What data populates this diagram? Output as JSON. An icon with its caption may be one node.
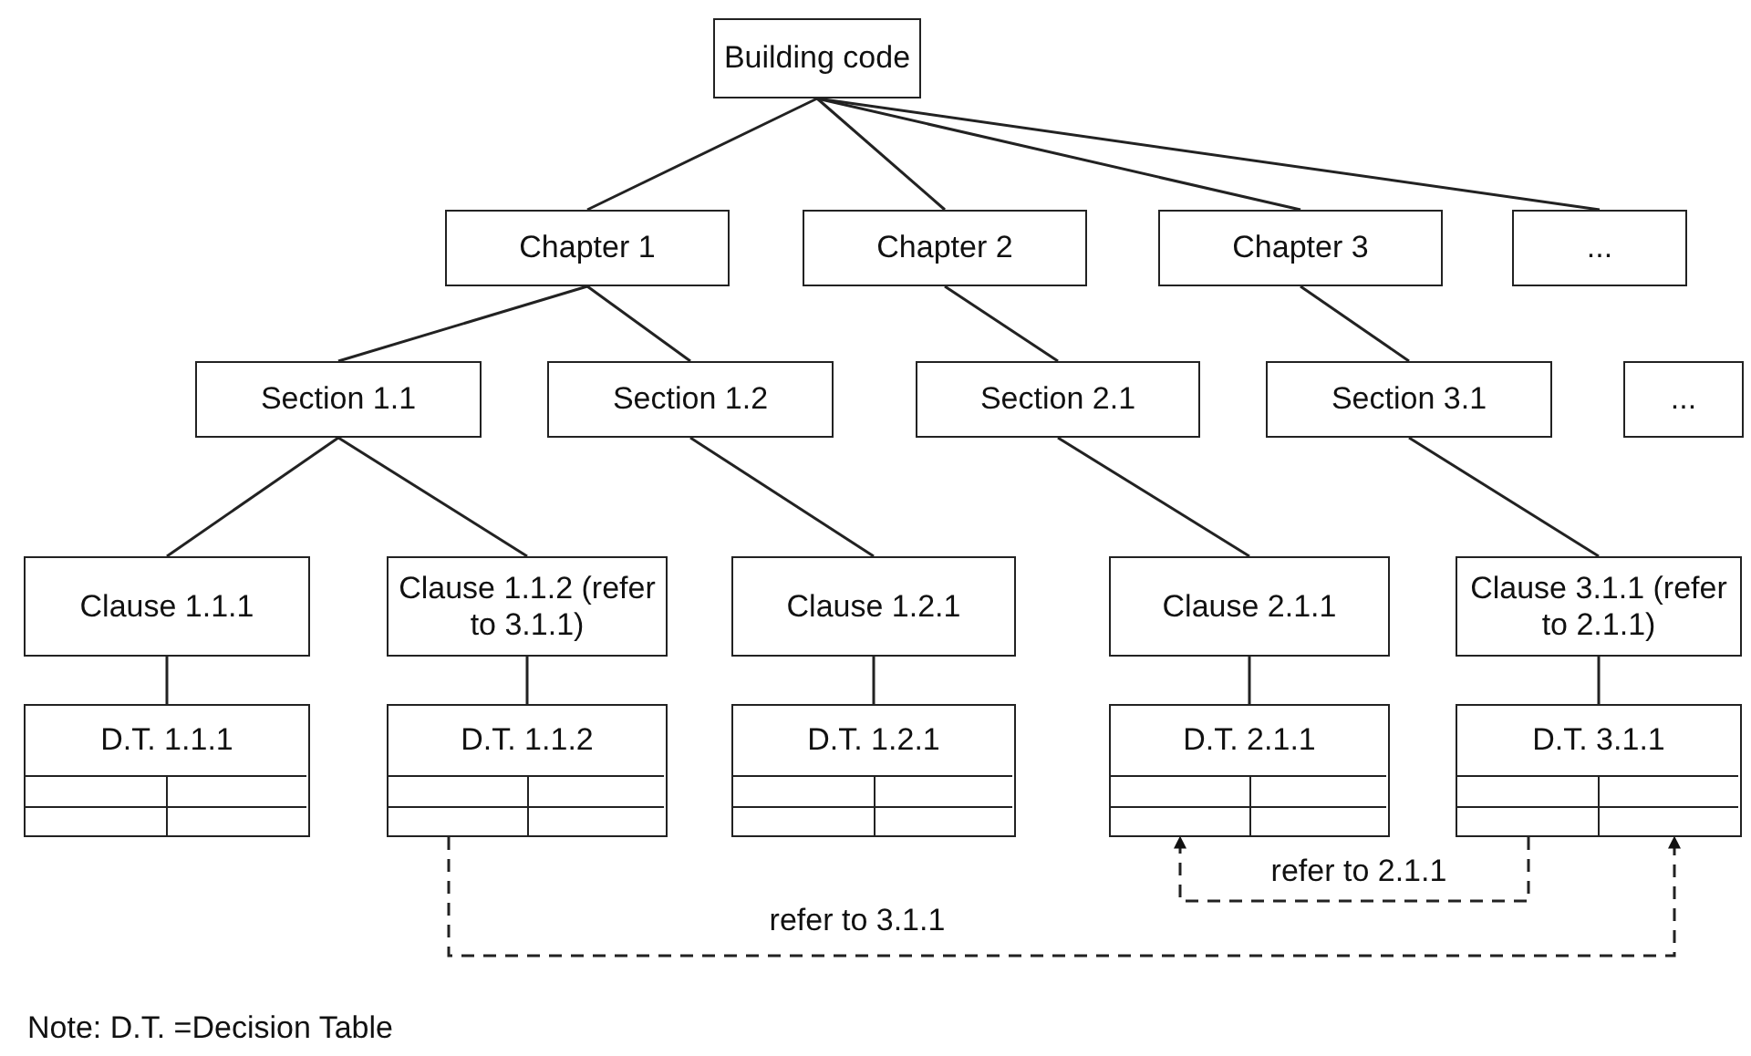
{
  "diagram": {
    "nodes": [
      {
        "text": [
          "Building code"
        ]
      },
      {
        "text": [
          "Chapter 1"
        ]
      },
      {
        "text": [
          "Chapter 2"
        ]
      },
      {
        "text": [
          "Chapter 3"
        ]
      },
      {
        "text": [
          "..."
        ]
      },
      {
        "text": [
          "Section 1.1"
        ]
      },
      {
        "text": [
          "Section 1.2"
        ]
      },
      {
        "text": [
          "Section 2.1"
        ]
      },
      {
        "text": [
          "Section 3.1"
        ]
      },
      {
        "text": [
          "..."
        ]
      },
      {
        "text": [
          "Clause 1.1.1"
        ]
      },
      {
        "text": [
          "Clause 1.1.2 (refer to 3.1.1)"
        ]
      },
      {
        "text": [
          "Clause 1.2.1"
        ]
      },
      {
        "text": [
          "Clause 2.1.1"
        ]
      },
      {
        "text": [
          "Clause 3.1.1 (refer to 2.1.1)"
        ]
      },
      {
        "text": [
          "D.T. 1.1.1"
        ]
      },
      {
        "text": [
          "D.T. 1.1.2"
        ]
      },
      {
        "text": [
          "D.T. 1.2.1"
        ]
      },
      {
        "text": [
          "D.T. 2.1.1"
        ]
      },
      {
        "text": [
          "D.T. 3.1.1"
        ]
      }
    ],
    "edges": [
      {
        "from": 0,
        "to": 1,
        "arrow": "none"
      },
      {
        "from": 0,
        "to": 2,
        "arrow": "none"
      },
      {
        "from": 0,
        "to": 3,
        "arrow": "none"
      },
      {
        "from": 0,
        "to": 4,
        "arrow": "none"
      },
      {
        "from": 1,
        "to": 5,
        "arrow": "none"
      },
      {
        "from": 1,
        "to": 6,
        "arrow": "none"
      },
      {
        "from": 2,
        "to": 7,
        "arrow": "none"
      },
      {
        "from": 3,
        "to": 8,
        "arrow": "none"
      },
      {
        "from": 5,
        "to": 10,
        "arrow": "none"
      },
      {
        "from": 5,
        "to": 11,
        "arrow": "none"
      },
      {
        "from": 6,
        "to": 12,
        "arrow": "none"
      },
      {
        "from": 7,
        "to": 13,
        "arrow": "none"
      },
      {
        "from": 8,
        "to": 14,
        "arrow": "none"
      },
      {
        "from": 10,
        "to": 15,
        "arrow": "none"
      },
      {
        "from": 11,
        "to": 16,
        "arrow": "none"
      },
      {
        "from": 12,
        "to": 17,
        "arrow": "none"
      },
      {
        "from": 13,
        "to": 18,
        "arrow": "none"
      },
      {
        "from": 14,
        "to": 19,
        "arrow": "none"
      },
      {
        "from": 16,
        "to": 19,
        "arrow": "to",
        "style": "dashed",
        "label": "refer to 3.1.1"
      },
      {
        "from": 19,
        "to": 18,
        "arrow": "to",
        "style": "dashed",
        "label": "refer to 2.1.1"
      }
    ],
    "labels": [
      "Note: D.T. =Decision Table"
    ]
  }
}
